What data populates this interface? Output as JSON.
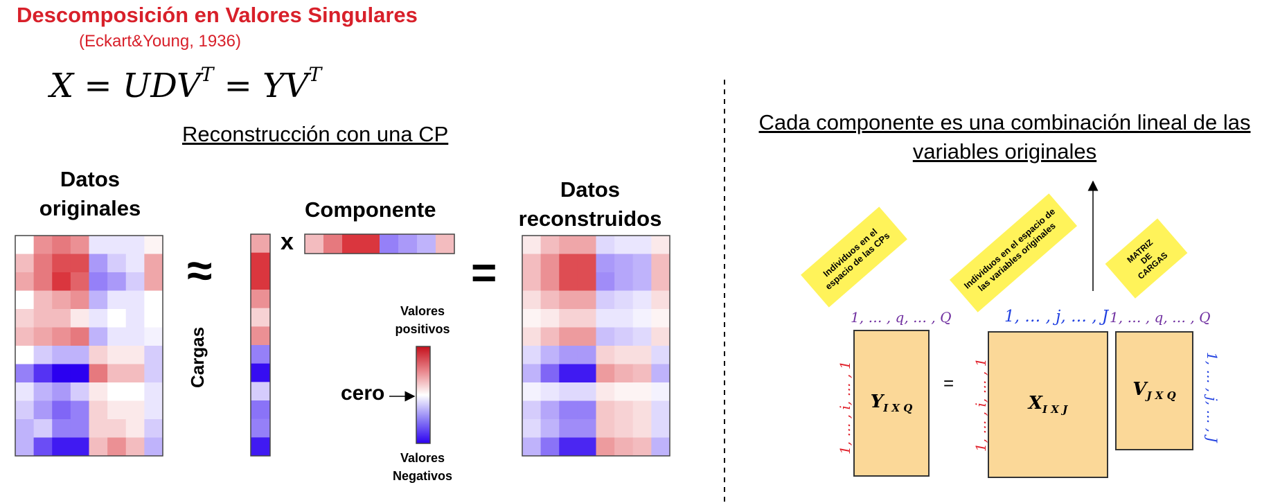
{
  "title": "Descomposición en Valores Singulares",
  "subtitle": "(Eckart&Young, 1936)",
  "formula": {
    "lhs": "X = UDV",
    "mid": " = YV",
    "sup": "T"
  },
  "left": {
    "heading": "Reconstrucción con una CP",
    "original_label_l1": "Datos",
    "original_label_l2": "originales",
    "approx_symbol": "≈",
    "times_symbol": "x",
    "equals_symbol": "=",
    "component_label": "Componente",
    "loadings_label": "Cargas",
    "reconstructed_label_l1": "Datos",
    "reconstructed_label_l2": "reconstruidos",
    "legend": {
      "positive_l1": "Valores",
      "positive_l2": "positivos",
      "negative_l1": "Valores",
      "negative_l2": "Negativos",
      "zero": "cero"
    },
    "original_matrix": [
      [
        0.0,
        0.5,
        0.6,
        0.5,
        -0.1,
        -0.1,
        -0.1,
        0.05
      ],
      [
        0.3,
        0.6,
        0.8,
        0.8,
        -0.4,
        -0.2,
        -0.1,
        0.4
      ],
      [
        0.4,
        0.6,
        0.9,
        0.7,
        -0.5,
        -0.4,
        -0.2,
        0.4
      ],
      [
        0.0,
        0.3,
        0.4,
        0.5,
        -0.3,
        -0.1,
        -0.1,
        0.0
      ],
      [
        0.2,
        0.3,
        0.3,
        0.1,
        -0.1,
        0.0,
        -0.1,
        0.0
      ],
      [
        0.3,
        0.4,
        0.5,
        0.6,
        -0.3,
        -0.1,
        -0.1,
        -0.05
      ],
      [
        0.0,
        -0.2,
        -0.3,
        -0.3,
        0.2,
        0.1,
        0.1,
        -0.2
      ],
      [
        -0.5,
        -0.8,
        -1.0,
        -1.0,
        0.6,
        0.3,
        0.3,
        -0.2
      ],
      [
        -0.1,
        -0.3,
        -0.4,
        -0.2,
        0.1,
        0.0,
        0.0,
        -0.1
      ],
      [
        -0.2,
        -0.4,
        -0.6,
        -0.5,
        0.2,
        0.1,
        0.1,
        -0.1
      ],
      [
        -0.3,
        -0.2,
        -0.5,
        -0.5,
        0.2,
        0.2,
        0.1,
        -0.2
      ],
      [
        -0.3,
        -0.7,
        -0.9,
        -0.9,
        0.3,
        0.5,
        0.3,
        -0.3
      ]
    ],
    "loadings": [
      0.4,
      0.9,
      0.9,
      0.5,
      0.2,
      0.5,
      -0.5,
      -0.95,
      -0.2,
      -0.55,
      -0.5,
      -0.9
    ],
    "component": [
      0.3,
      0.6,
      0.9,
      0.9,
      -0.5,
      -0.4,
      -0.3,
      0.3
    ],
    "reconstructed_matrix": [
      [
        0.1,
        0.3,
        0.4,
        0.4,
        -0.15,
        -0.1,
        -0.1,
        0.1
      ],
      [
        0.3,
        0.5,
        0.8,
        0.8,
        -0.4,
        -0.35,
        -0.3,
        0.3
      ],
      [
        0.3,
        0.5,
        0.8,
        0.8,
        -0.45,
        -0.35,
        -0.3,
        0.3
      ],
      [
        0.15,
        0.3,
        0.4,
        0.4,
        -0.2,
        -0.15,
        -0.1,
        0.15
      ],
      [
        0.05,
        0.1,
        0.2,
        0.2,
        -0.1,
        -0.1,
        -0.05,
        0.05
      ],
      [
        0.15,
        0.3,
        0.45,
        0.45,
        -0.25,
        -0.2,
        -0.15,
        0.15
      ],
      [
        -0.15,
        -0.3,
        -0.4,
        -0.4,
        0.2,
        0.15,
        0.15,
        -0.15
      ],
      [
        -0.3,
        -0.6,
        -0.9,
        -0.9,
        0.45,
        0.35,
        0.3,
        -0.3
      ],
      [
        -0.05,
        -0.1,
        -0.15,
        -0.15,
        0.1,
        0.05,
        0.05,
        -0.05
      ],
      [
        -0.2,
        -0.35,
        -0.5,
        -0.5,
        0.25,
        0.2,
        0.15,
        -0.15
      ],
      [
        -0.15,
        -0.3,
        -0.45,
        -0.45,
        0.25,
        0.2,
        0.15,
        -0.15
      ],
      [
        -0.3,
        -0.55,
        -0.85,
        -0.85,
        0.45,
        0.35,
        0.3,
        -0.3
      ]
    ]
  },
  "right": {
    "heading_l1": "Cada componente es una combinación lineal de las",
    "heading_l2": "variables originales",
    "tag_y_l1": "Individuos en el",
    "tag_y_l2": "espacio de las CPs",
    "tag_x_l1": "Individuos en el espacio de",
    "tag_x_l2": "las variables originales",
    "tag_v_l1": "MATRIZ",
    "tag_v_l2": "DE",
    "tag_v_l3": "CARGAS",
    "y_top_index": "1, … , q, … , Q",
    "x_top_index": "1, … , j, … , J",
    "v_top_index": "1, … , q, … , Q",
    "y_side_index": "1, … , i, … , 1",
    "x_side_index": "1, … , i, … , 1",
    "v_side_index": "1, … , j, … , J",
    "equals": "=",
    "y_label": "Y",
    "y_sub": "I X Q",
    "x_label": "X",
    "x_sub": "I X J",
    "v_label": "V",
    "v_sub": "J X Q"
  },
  "colors": {
    "title_red": "#d8202a",
    "positive": "#d62728",
    "negative": "#2b00f0",
    "box_fill": "#fbd898",
    "tag_yellow": "#fff35a",
    "index_purple": "#7030a0",
    "index_blue": "#1f3fe0",
    "index_red": "#e0202a"
  }
}
